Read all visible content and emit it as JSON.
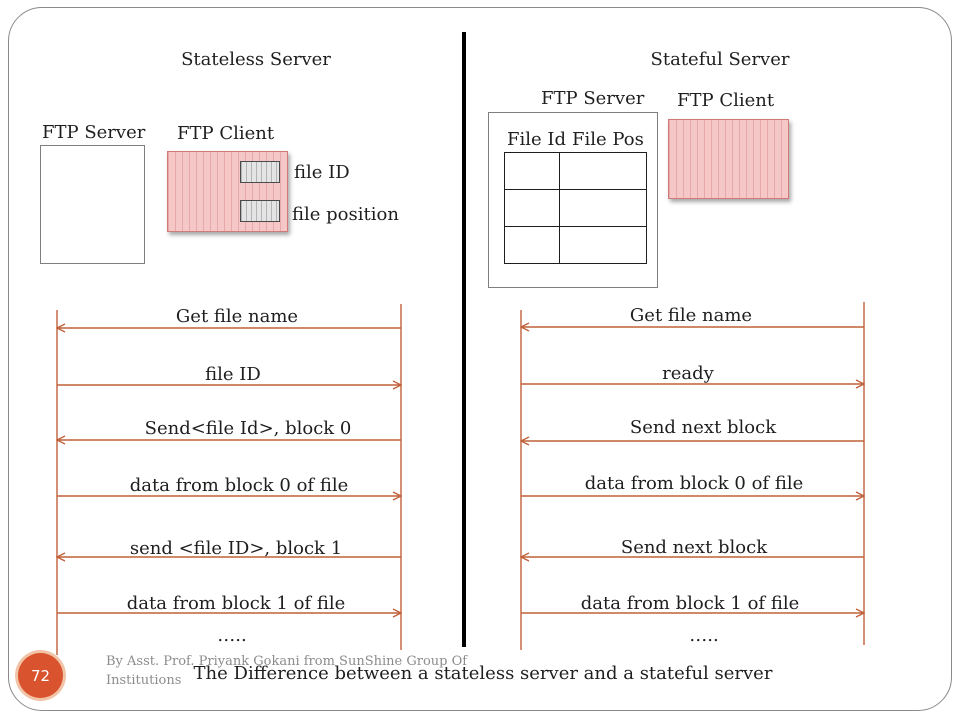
{
  "stateless": {
    "title": "Stateless Server",
    "server_label": "FTP Server",
    "client_label": "FTP Client",
    "slot_labels": [
      "file ID",
      "file position"
    ],
    "messages": [
      {
        "text": "Get file name",
        "direction": "left"
      },
      {
        "text": "file ID",
        "direction": "right"
      },
      {
        "text": "Send<file Id>, block 0",
        "direction": "left"
      },
      {
        "text": "data from block 0 of file",
        "direction": "right"
      },
      {
        "text": "send <file ID>, block 1",
        "direction": "left"
      },
      {
        "text": "data from block 1 of file",
        "direction": "right"
      }
    ],
    "ellipsis": "….."
  },
  "stateful": {
    "title": "Stateful Server",
    "server_label": "FTP Server",
    "client_label": "FTP Client",
    "table_headers": [
      "File Id",
      "File Pos"
    ],
    "messages": [
      {
        "text": "Get file name",
        "direction": "left"
      },
      {
        "text": "ready",
        "direction": "right"
      },
      {
        "text": "Send next block",
        "direction": "left"
      },
      {
        "text": "data from block 0 of file",
        "direction": "right"
      },
      {
        "text": "Send next block",
        "direction": "left"
      },
      {
        "text": "data from block 1 of file",
        "direction": "right"
      }
    ],
    "ellipsis": "….."
  },
  "footer": {
    "page_number": "72",
    "author": "By Asst. Prof. Priyank Gokani from SunShine Group Of Institutions",
    "caption": "The Difference between a stateless server and a stateful server"
  },
  "colors": {
    "arrow": "#c0603a",
    "client_fill": "#f6c7c7",
    "page_badge": "#d9532e"
  }
}
